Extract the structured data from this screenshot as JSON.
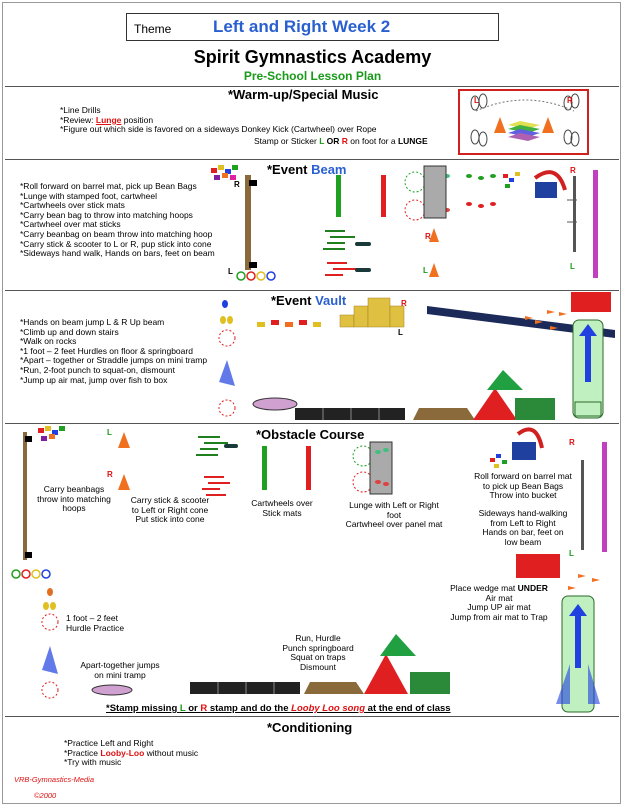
{
  "header": {
    "theme_label": "Theme",
    "theme_value": "Left and Right Week 2",
    "academy": "Spirit Gymnastics Academy",
    "plan": "Pre-School Lesson Plan"
  },
  "warmup": {
    "title": "*Warm-up/Special Music",
    "line1": "*Line Drills",
    "line2_a": "*Review: ",
    "line2_b": "Lunge",
    "line2_c": " position",
    "line3": "*Figure out which side is favored on a sideways Donkey Kick (Cartwheel) over Rope",
    "line4_a": "Stamp or Sticker ",
    "line4_b": "L",
    "line4_c": " OR ",
    "line4_d": "R",
    "line4_e": " on foot for a ",
    "line4_f": "LUNGE"
  },
  "beam": {
    "title_a": "*Event ",
    "title_b": "Beam",
    "items": [
      "*Roll forward on barrel mat, pick up Bean Bags",
      "*Lunge with stamped foot, cartwheel",
      "*Cartwheels over stick mats",
      "*Carry bean bag to throw into matching hoops",
      "*Cartwheel over mat sticks",
      "*Carry beanbag on beam throw into matching hoop",
      "*Carry stick & scooter to L or R, pup stick into cone",
      "*Sideways hand walk, Hands on bars, feet on beam"
    ]
  },
  "vault": {
    "title_a": "*Event ",
    "title_b": "Vault",
    "items": [
      "*Hands on beam jump L & R Up beam",
      "*Climb up and down stairs",
      "*Walk on rocks",
      "*1 foot – 2 feet Hurdles on floor & springboard",
      "*Apart – together or Straddle jumps on mini tramp",
      "*Run, 2-foot punch to squat-on, dismount",
      "*Jump up air mat, jump over fish to box"
    ]
  },
  "obstacle": {
    "title": "*Obstacle Course",
    "carry_beanbags": "Carry beanbags\nthrow into matching\nhoops",
    "carry_stick": "Carry stick & scooter\nto Left or Right cone\nPut stick into cone",
    "cartwheels": "Cartwheels over\nStick mats",
    "lunge": "Lunge with Left or Right\nfoot\nCartwheel over panel mat",
    "roll": "Roll forward on barrel mat\nto pick up Bean Bags\nThrow into bucket",
    "sideways": "Sideways hand-walking\nfrom Left to Right\nHands on bar, feet on\nlow beam",
    "wedge_a": "Place wedge mat ",
    "wedge_b": "UNDER",
    "wedge_c": "\nAir mat\nJump UP air mat\nJump from air mat to Trap",
    "hurdle": "1 foot – 2 feet\nHurdle Practice",
    "apart": "Apart-together jumps\non mini tramp",
    "run": "Run, Hurdle\nPunch springboard\nSquat on traps\nDismount",
    "stamp_a": "*Stamp missing ",
    "stamp_b": "L",
    "stamp_c": " or ",
    "stamp_d": "R",
    "stamp_e": " stamp and do the ",
    "stamp_f": "Looby Loo song",
    "stamp_g": " at the end of class"
  },
  "conditioning": {
    "title": "*Conditioning",
    "line1": "*Practice Left and Right",
    "line2_a": "*Practice ",
    "line2_b": "Looby-Loo",
    "line2_c": " without music",
    "line3": "*Try with music"
  },
  "labels": {
    "L": "L",
    "R": "R"
  },
  "footer": {
    "credit": "VRB-Gymnastics-Media",
    "year": "©2000"
  },
  "colors": {
    "red": "#e01010",
    "green": "#1a9a1a",
    "blue": "#2a5fd0",
    "purple": "#c040c0",
    "navy": "#1c2a5a",
    "brown": "#8a6a3a"
  }
}
